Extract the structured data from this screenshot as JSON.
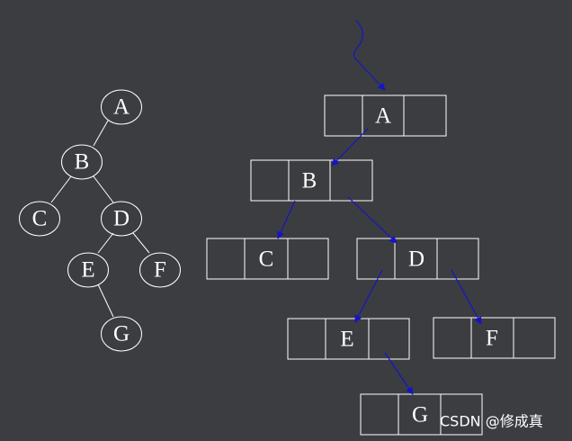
{
  "tree": {
    "nodes": [
      {
        "id": "A",
        "label": "A"
      },
      {
        "id": "B",
        "label": "B"
      },
      {
        "id": "C",
        "label": "C"
      },
      {
        "id": "D",
        "label": "D"
      },
      {
        "id": "E",
        "label": "E"
      },
      {
        "id": "F",
        "label": "F"
      },
      {
        "id": "G",
        "label": "G"
      }
    ],
    "edges": [
      [
        "A",
        "B"
      ],
      [
        "B",
        "C"
      ],
      [
        "B",
        "D"
      ],
      [
        "D",
        "E"
      ],
      [
        "D",
        "F"
      ],
      [
        "E",
        "G"
      ]
    ]
  },
  "linked": {
    "nodes": [
      {
        "id": "A",
        "label": "A"
      },
      {
        "id": "B",
        "label": "B"
      },
      {
        "id": "C",
        "label": "C"
      },
      {
        "id": "D",
        "label": "D"
      },
      {
        "id": "E",
        "label": "E"
      },
      {
        "id": "F",
        "label": "F"
      },
      {
        "id": "G",
        "label": "G"
      }
    ],
    "pointers": [
      [
        "root",
        "A"
      ],
      [
        "A",
        "B"
      ],
      [
        "B",
        "C"
      ],
      [
        "B",
        "D"
      ],
      [
        "D",
        "E"
      ],
      [
        "D",
        "F"
      ],
      [
        "E",
        "G"
      ]
    ]
  },
  "colors": {
    "background": "#3c3d41",
    "stroke": "#ffffff",
    "arrow": "#1414c8",
    "text": "#ffffff"
  },
  "watermark": "CSDN @修成真"
}
